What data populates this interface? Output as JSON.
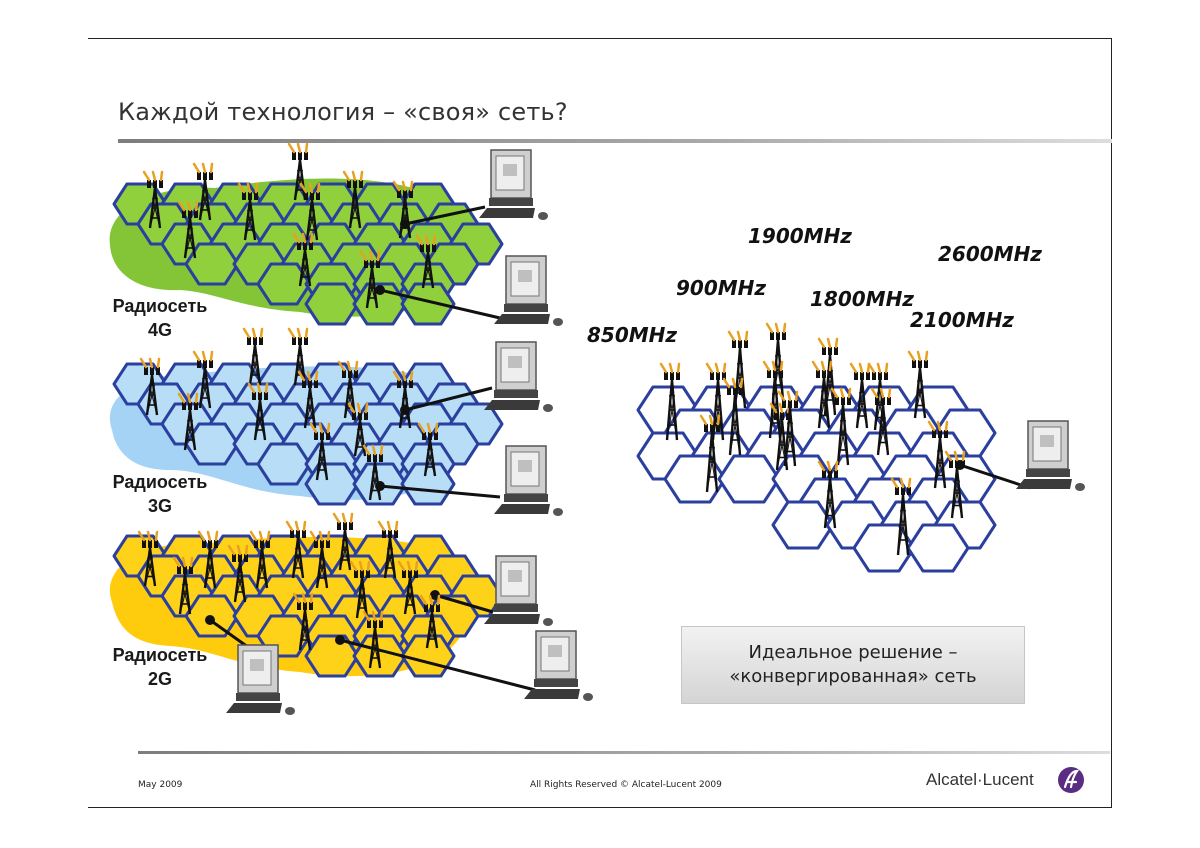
{
  "title": "Каждой технология – «своя» сеть?",
  "networks": [
    {
      "line1": "Радиосеть",
      "line2": "4G",
      "color": "#7cc22b"
    },
    {
      "line1": "Радиосеть",
      "line2": "3G",
      "color": "#9fd1f4"
    },
    {
      "line1": "Радиосеть",
      "line2": "2G",
      "color": "#ffc800"
    }
  ],
  "frequencies": {
    "f1900": "1900MHz",
    "f2600": "2600MHz",
    "f900": "900MHz",
    "f1800": "1800MHz",
    "f2100": "2100MHz",
    "f850": "850MHz"
  },
  "ideal": {
    "line1": "Идеальное решение –",
    "line2": "«конвергированная» сеть"
  },
  "footer": {
    "date": "May 2009",
    "copyright": "All Rights Reserved © Alcatel-Lucent 2009",
    "brand": "Alcatel·Lucent"
  },
  "colors": {
    "hex_border": "#2b3f9e",
    "tower": "#111111",
    "antenna": "#e8a020"
  }
}
